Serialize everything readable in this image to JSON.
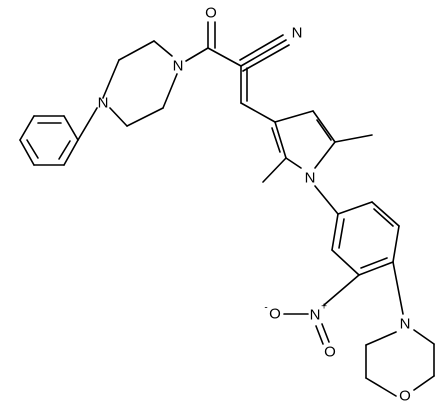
{
  "atoms": {
    "o_carbonyl": "O",
    "n_nitrile": "N",
    "n_piperazine_1": "N",
    "n_piperazine_4": "N",
    "n_pyrrole": "N",
    "n_nitro": "N",
    "nitro_plus": "+",
    "o_nitro_minus": "O",
    "nitro_minus": "-",
    "o_nitro_double": "O",
    "n_morpholine": "N",
    "o_morpholine": "O"
  },
  "colors": {
    "bond": "#000000",
    "label": "#000000",
    "background": "#ffffff"
  }
}
